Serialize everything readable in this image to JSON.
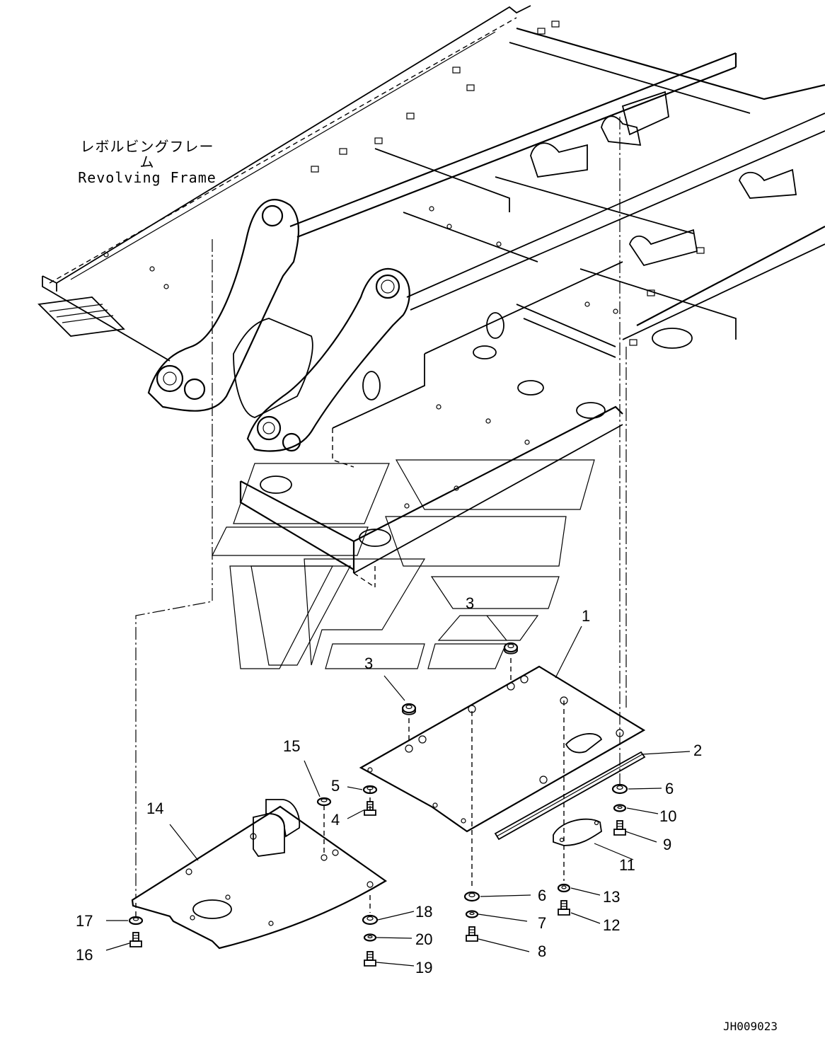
{
  "frame_label": {
    "japanese": "レボルビングフレーム",
    "english": "Revolving Frame"
  },
  "callouts": [
    {
      "id": "c1",
      "label": "1"
    },
    {
      "id": "c2",
      "label": "2"
    },
    {
      "id": "c3a",
      "label": "3"
    },
    {
      "id": "c3b",
      "label": "3"
    },
    {
      "id": "c4",
      "label": "4"
    },
    {
      "id": "c5",
      "label": "5"
    },
    {
      "id": "c6a",
      "label": "6"
    },
    {
      "id": "c6b",
      "label": "6"
    },
    {
      "id": "c7",
      "label": "7"
    },
    {
      "id": "c8",
      "label": "8"
    },
    {
      "id": "c9",
      "label": "9"
    },
    {
      "id": "c10",
      "label": "10"
    },
    {
      "id": "c11",
      "label": "11"
    },
    {
      "id": "c12",
      "label": "12"
    },
    {
      "id": "c13",
      "label": "13"
    },
    {
      "id": "c14",
      "label": "14"
    },
    {
      "id": "c15",
      "label": "15"
    },
    {
      "id": "c16",
      "label": "16"
    },
    {
      "id": "c17",
      "label": "17"
    },
    {
      "id": "c18",
      "label": "18"
    },
    {
      "id": "c19",
      "label": "19"
    },
    {
      "id": "c20",
      "label": "20"
    }
  ],
  "drawing_id": "JH009023"
}
